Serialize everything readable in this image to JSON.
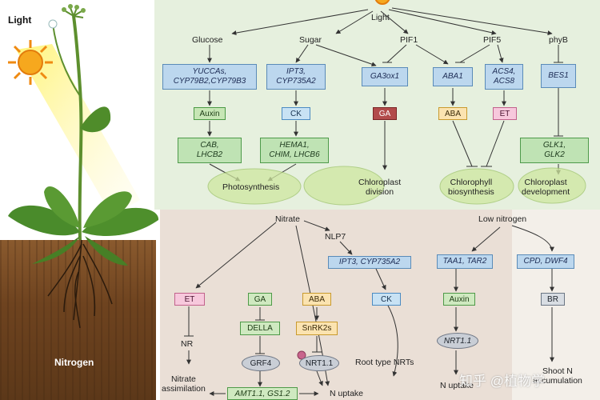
{
  "left": {
    "light_label": "Light",
    "nitrogen_label": "Nitrogen"
  },
  "top": {
    "light": "Light",
    "sources": [
      "Glucose",
      "Sugar",
      "PIF1",
      "PIF5",
      "phyB"
    ],
    "genes": {
      "yuccas": "YUCCAs,\nCYP79B2,CYP79B3",
      "ipt3_top": "IPT3,\nCYP735A2",
      "ga3ox1": "GA3ox1",
      "aba1": "ABA1",
      "acs": "ACS4,\nACS8",
      "bes1": "BES1",
      "cab": "CAB,\nLHCB2",
      "hema": "HEMA1,\nCHIM, LHCB6",
      "glk": "GLK1,\nGLK2"
    },
    "hormones": {
      "auxin": "Auxin",
      "ck": "CK",
      "ga": "GA",
      "aba": "ABA",
      "et": "ET"
    },
    "outcomes": {
      "photosynthesis": "Photosynthesis",
      "chloroplast_division": "Chloroplast\ndivision",
      "chlorophyll": "Chlorophyll\nbiosynthesis",
      "chloroplast_development": "Chloroplast\ndevelopment"
    }
  },
  "bottom": {
    "nitrate": "Nitrate",
    "nlp7": "NLP7",
    "ipt3": "IPT3, CYP735A2",
    "low_nitrogen": "Low nitrogen",
    "taa1": "TAA1, TAR2",
    "cpd": "CPD, DWF4",
    "et": "ET",
    "nr": "NR",
    "nitrate_assimilation": "Nitrate\nassimilation",
    "ga": "GA",
    "della": "DELLA",
    "grf4": "GRF4",
    "aba": "ABA",
    "snrk2s": "SnRK2s",
    "nrt11": "NRT1.1",
    "ck": "CK",
    "root_type": "Root type NRTs",
    "amt": "AMT1.1, GS1.2",
    "n_uptake": "N uptake",
    "auxin": "Auxin",
    "nrt11_right": "NRT1.1",
    "n_uptake_right": "N uptake",
    "br": "BR",
    "shoot_n": "Shoot N\naccumulation"
  },
  "watermark": "知乎 @植物学"
}
